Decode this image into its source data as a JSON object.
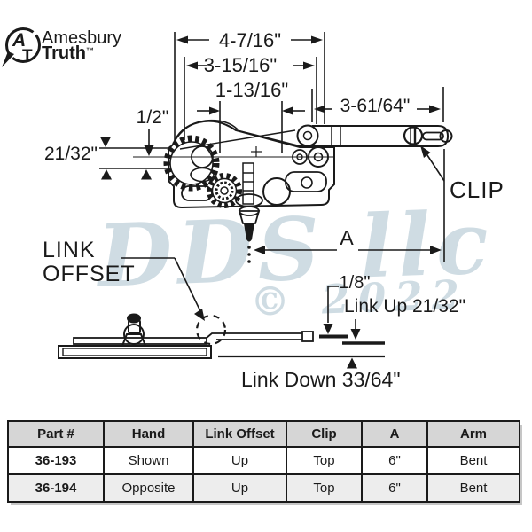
{
  "logo": {
    "brand_line1": "Amesbury",
    "brand_line2": "Truth",
    "trademark": "™",
    "monogram_a": "A",
    "monogram_t": "T"
  },
  "diagram": {
    "dimensions": {
      "width_overall": "4-7/16\"",
      "width_mid": "3-15/16\"",
      "width_inner": "1-13/16\"",
      "arm_length": "3-61/64\"",
      "height_top": "1/2\"",
      "height_left": "21/32\"",
      "arm_dim": "A",
      "link_gap": "1/8\"",
      "link_up": "Link Up 21/32\"",
      "link_down": "Link Down 33/64\""
    },
    "labels": {
      "clip": "CLIP",
      "link": "LINK",
      "offset": "OFFSET"
    }
  },
  "watermark": {
    "line1": "DDS llc",
    "line2": "© 2022",
    "color": "#a8c0cc"
  },
  "parts_table": {
    "headers": [
      "Part #",
      "Hand",
      "Link Offset",
      "Clip",
      "A",
      "Arm"
    ],
    "rows": [
      {
        "cells": [
          "36-193",
          "Shown",
          "Up",
          "Top",
          "6\"",
          "Bent"
        ]
      },
      {
        "cells": [
          "36-194",
          "Opposite",
          "Up",
          "Top",
          "6\"",
          "Bent"
        ]
      }
    ]
  }
}
